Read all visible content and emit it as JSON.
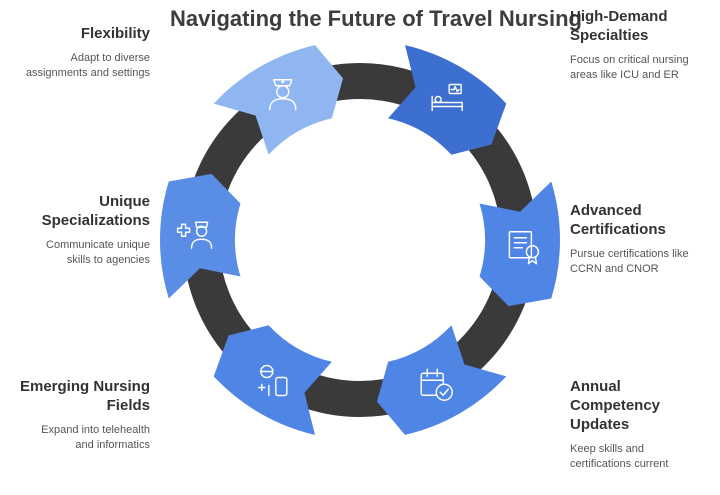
{
  "title": "Navigating the Future of Travel Nursing",
  "colors": {
    "ring": "#3a3a3a",
    "light_blue": "#8fb6f0",
    "medium_blue": "#5a8ee6",
    "blue": "#4f86e6",
    "dark_blue": "#3d6fd1",
    "icon_stroke": "#ffffff"
  },
  "segments": [
    {
      "id": "flexibility",
      "heading": "Flexibility",
      "description": "Adapt to diverse assignments and settings",
      "icon": "nurse-icon"
    },
    {
      "id": "high_demand",
      "heading": "High-Demand Specialties",
      "description": "Focus on critical nursing areas like ICU and ER",
      "icon": "hospital-bed-icon"
    },
    {
      "id": "advanced_certs",
      "heading": "Advanced Certifications",
      "description": "Pursue certifications like CCRN and CNOR",
      "icon": "certificate-icon"
    },
    {
      "id": "annual_competency",
      "heading": "Annual Competency Updates",
      "description": "Keep skills and certifications current",
      "icon": "calendar-check-icon"
    },
    {
      "id": "emerging_fields",
      "heading": "Emerging Nursing Fields",
      "description": "Expand into telehealth and informatics",
      "icon": "telehealth-icon"
    },
    {
      "id": "unique_specializations",
      "heading": "Unique Specializations",
      "description": "Communicate unique skills to agencies",
      "icon": "medical-staff-icon"
    }
  ]
}
